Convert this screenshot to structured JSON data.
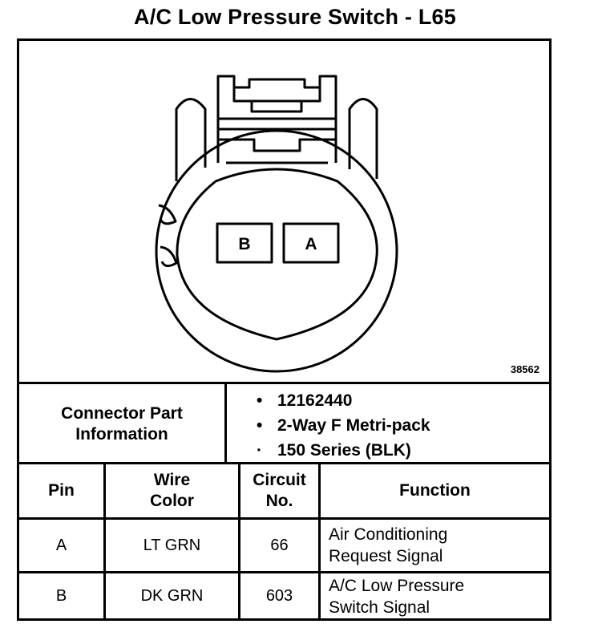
{
  "title": "A/C Low Pressure Switch - L65",
  "figure_number": "38562",
  "connector": {
    "pin_labels": [
      "B",
      "A"
    ]
  },
  "connector_info": {
    "label_lines": [
      "Connector Part",
      "Information"
    ],
    "items": [
      {
        "bullet": "•",
        "text": "12162440"
      },
      {
        "bullet": "•",
        "text": "2-Way F Metri-pack"
      },
      {
        "bullet": "·",
        "text": "150 Series (BLK)"
      }
    ]
  },
  "table": {
    "headers": {
      "pin": [
        "",
        "Pin"
      ],
      "wire_color": [
        "Wire",
        "Color"
      ],
      "circuit": [
        "Circuit",
        "No."
      ],
      "function": [
        "",
        "Function"
      ]
    },
    "rows": [
      {
        "pin": "A",
        "wire_color": "LT GRN",
        "circuit": "66",
        "function": [
          "Air Conditioning",
          "Request Signal"
        ]
      },
      {
        "pin": "B",
        "wire_color": "DK GRN",
        "circuit": "603",
        "function": [
          "A/C Low Pressure",
          "Switch Signal"
        ]
      }
    ]
  }
}
